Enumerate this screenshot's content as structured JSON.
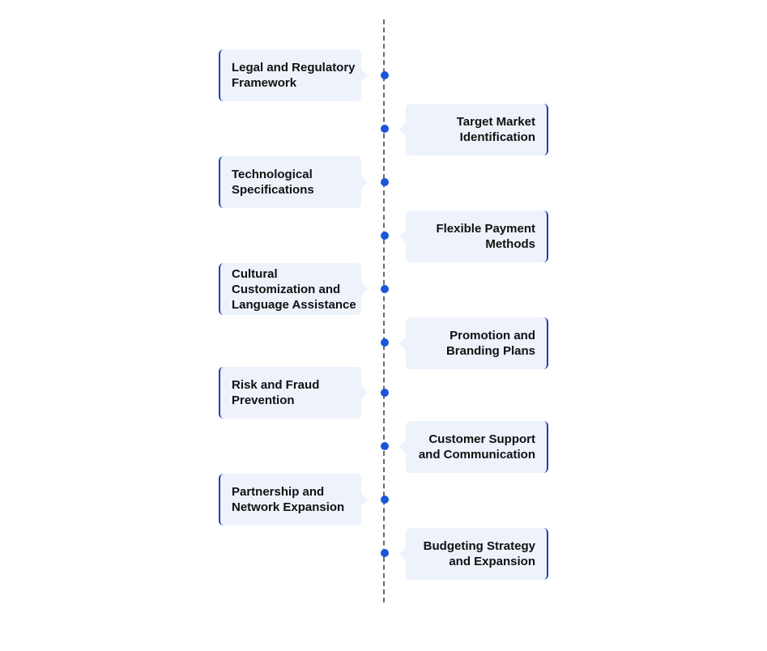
{
  "diagram": {
    "items": [
      {
        "label": "Legal and Regulatory Framework",
        "side": "left"
      },
      {
        "label": "Target Market Identification",
        "side": "right"
      },
      {
        "label": "Technological Specifications",
        "side": "left"
      },
      {
        "label": "Flexible Payment Methods",
        "side": "right"
      },
      {
        "label": "Cultural Customization and Language Assistance",
        "side": "left"
      },
      {
        "label": "Promotion and Branding Plans",
        "side": "right"
      },
      {
        "label": "Risk and Fraud Prevention",
        "side": "left"
      },
      {
        "label": "Customer Support and Communication",
        "side": "right"
      },
      {
        "label": "Partnership and Network Expansion",
        "side": "left"
      },
      {
        "label": "Budgeting Strategy and Expansion",
        "side": "right"
      }
    ],
    "colors": {
      "card_background": "#edf2fb",
      "accent": "#1e40af",
      "dot": "#1a56db",
      "line": "#6b6b6b",
      "text": "#111111"
    }
  }
}
